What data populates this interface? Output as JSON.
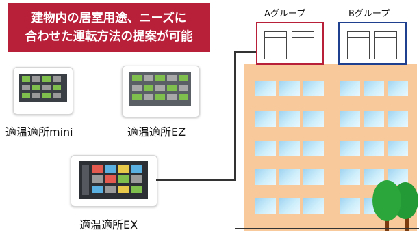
{
  "banner": {
    "line1": "建物内の居室用途、ニーズに",
    "line2": "合わせた運転方法の提案が可能"
  },
  "devices": [
    {
      "caption": "適温適所mini"
    },
    {
      "caption": "適温適所EZ"
    },
    {
      "caption": "適温適所EX"
    }
  ],
  "groups": [
    {
      "label": "Aグループ",
      "color": "#b8203a"
    },
    {
      "label": "Bグループ",
      "color": "#1f3f8f"
    }
  ],
  "colors": {
    "banner": "#b8203a",
    "building": "#f8c99b",
    "window": "#bfe6f7",
    "tree": "#2aa63a",
    "trunk": "#7a3b10"
  }
}
